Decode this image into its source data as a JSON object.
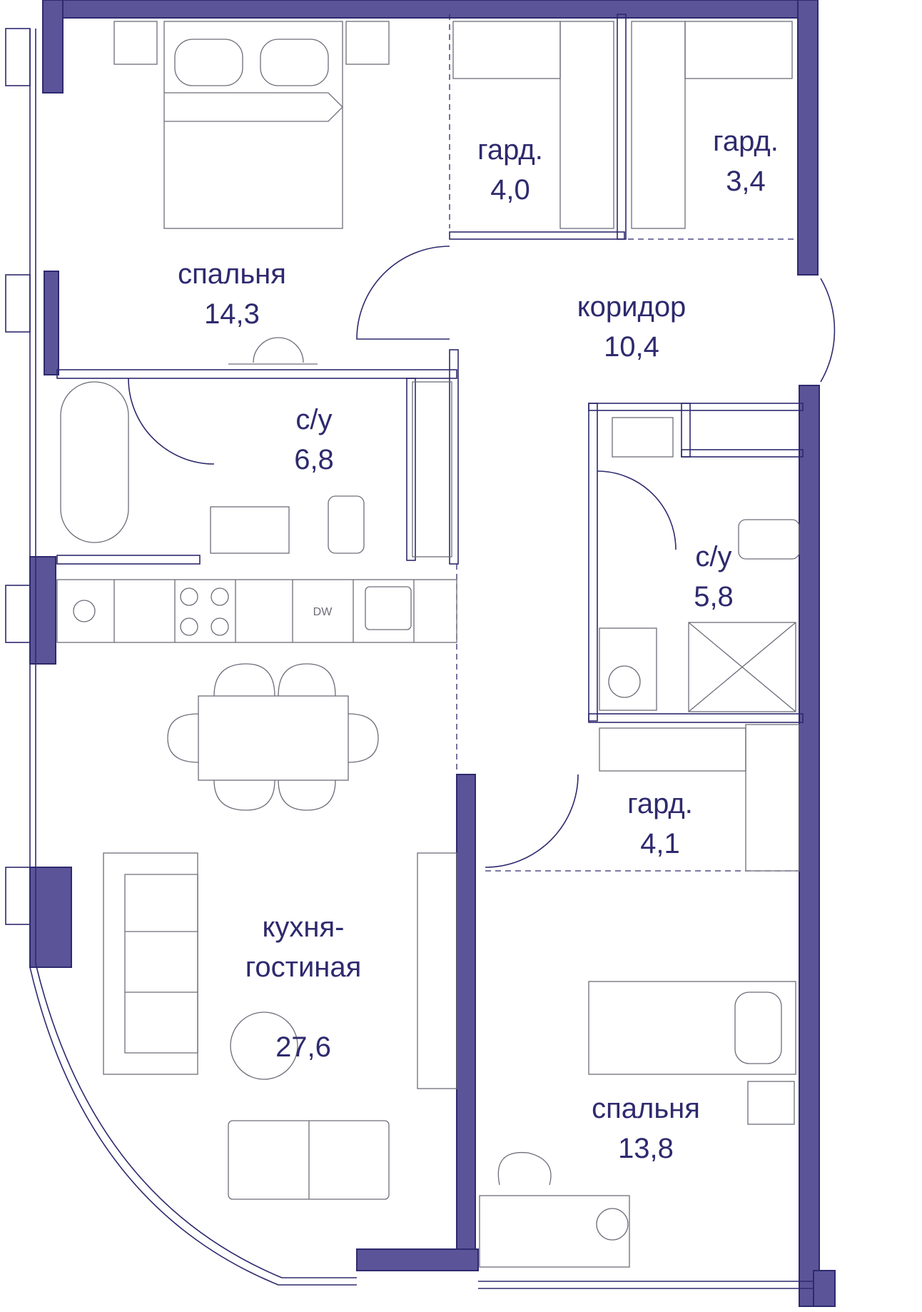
{
  "colors": {
    "wall": "#5b5499",
    "line": "#2e2a6e",
    "furniture": "#6d6d7a",
    "background": "#ffffff"
  },
  "appliance_labels": {
    "dishwasher": "DW"
  },
  "rooms": [
    {
      "id": "bedroom-1",
      "name": "спальня",
      "area": "14,3"
    },
    {
      "id": "wardrobe-1",
      "name": "гард.",
      "area": "4,0"
    },
    {
      "id": "wardrobe-2",
      "name": "гард.",
      "area": "3,4"
    },
    {
      "id": "corridor",
      "name": "коридор",
      "area": "10,4"
    },
    {
      "id": "bathroom-1",
      "name": "с/у",
      "area": "6,8"
    },
    {
      "id": "bathroom-2",
      "name": "с/у",
      "area": "5,8"
    },
    {
      "id": "wardrobe-3",
      "name": "гард.",
      "area": "4,1"
    },
    {
      "id": "kitchen-living",
      "name": "кухня-\nгостиная",
      "area": "27,6"
    },
    {
      "id": "bedroom-2",
      "name": "спальня",
      "area": "13,8"
    }
  ]
}
